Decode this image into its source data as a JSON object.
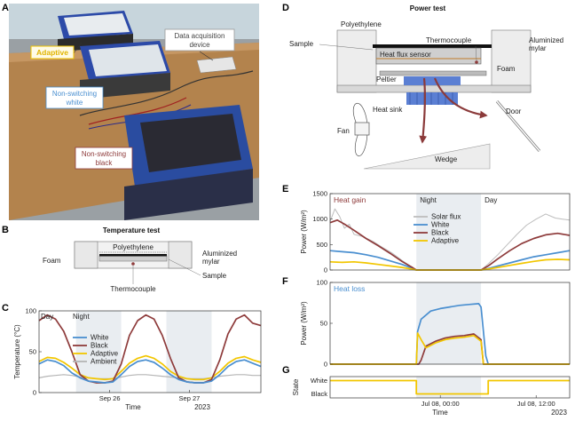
{
  "figure": {
    "panel_letters": [
      "A",
      "B",
      "C",
      "D",
      "E",
      "F",
      "G"
    ],
    "colors": {
      "white": "#4a8fd0",
      "black": "#8e3b3b",
      "adaptive": "#f2c600",
      "ambient": "#b5b5b5",
      "solar": "#bdbdbd",
      "night": "#e9edf1"
    }
  },
  "panelA": {
    "labels": {
      "adaptive": "Adaptive",
      "daq": "Data acquisition\ndevice",
      "white": "Non-switching\nwhite",
      "black": "Non-switching\nblack"
    }
  },
  "panelB": {
    "title": "Temperature test",
    "labels": {
      "polyethylene": "Polyethylene",
      "foam": "Foam",
      "mylar": "Aluminized\nmylar",
      "sample": "Sample",
      "thermocouple": "Thermocouple"
    }
  },
  "panelD": {
    "title": "Power test",
    "labels": {
      "polyethylene": "Polyethylene",
      "sample": "Sample",
      "thermocouple": "Thermocouple",
      "heat_flux": "Heat flux sensor",
      "mylar": "Aluminized\nmylar",
      "foam": "Foam",
      "peltier": "Peltier",
      "heat_sink": "Heat sink",
      "door": "Door",
      "fan": "Fan",
      "wedge": "Wedge"
    }
  },
  "chart_data": [
    {
      "id": "C",
      "type": "line",
      "ylabel": "Temperature (°C)",
      "xlabel": "Time",
      "xlabel2": "2023",
      "xticks": [
        "Sep 26",
        "Sep 27"
      ],
      "ylim": [
        0,
        100
      ],
      "yticks": [
        0,
        50,
        100
      ],
      "day_label": "Day",
      "night_label": "Night",
      "legend": [
        "White",
        "Black",
        "Adaptive",
        "Ambient"
      ],
      "series": [
        {
          "name": "White",
          "color": "#4a8fd0",
          "x": [
            0,
            0.1,
            0.2,
            0.3,
            0.4,
            0.5,
            0.6,
            0.7,
            0.8,
            0.9,
            1.0,
            1.1,
            1.2,
            1.3,
            1.4,
            1.5,
            1.6,
            1.7,
            1.8,
            1.9,
            2.0,
            2.1,
            2.2,
            2.3,
            2.4,
            2.5,
            2.6,
            2.7
          ],
          "y": [
            35,
            40,
            38,
            33,
            24,
            18,
            14,
            13,
            12,
            13,
            22,
            32,
            38,
            40,
            37,
            30,
            22,
            16,
            13,
            12,
            12,
            14,
            22,
            32,
            38,
            40,
            36,
            32
          ]
        },
        {
          "name": "Black",
          "color": "#8e3b3b",
          "x": [
            0,
            0.1,
            0.2,
            0.3,
            0.4,
            0.5,
            0.6,
            0.7,
            0.8,
            0.9,
            1.0,
            1.1,
            1.2,
            1.3,
            1.4,
            1.5,
            1.6,
            1.7,
            1.8,
            1.9,
            2.0,
            2.1,
            2.2,
            2.3,
            2.4,
            2.5,
            2.6,
            2.7
          ],
          "y": [
            88,
            95,
            90,
            75,
            50,
            22,
            14,
            12,
            12,
            14,
            35,
            70,
            88,
            95,
            90,
            70,
            42,
            18,
            13,
            12,
            12,
            16,
            40,
            72,
            90,
            95,
            85,
            82
          ]
        },
        {
          "name": "Adaptive",
          "color": "#f2c600",
          "x": [
            0,
            0.1,
            0.2,
            0.3,
            0.4,
            0.5,
            0.6,
            0.7,
            0.8,
            0.9,
            1.0,
            1.1,
            1.2,
            1.3,
            1.4,
            1.5,
            1.6,
            1.7,
            1.8,
            1.9,
            2.0,
            2.1,
            2.2,
            2.3,
            2.4,
            2.5,
            2.6,
            2.7
          ],
          "y": [
            38,
            43,
            42,
            37,
            30,
            22,
            18,
            17,
            16,
            17,
            26,
            36,
            42,
            45,
            42,
            35,
            26,
            20,
            17,
            16,
            16,
            18,
            26,
            36,
            42,
            44,
            40,
            37
          ]
        },
        {
          "name": "Ambient",
          "color": "#b5b5b5",
          "x": [
            0,
            0.1,
            0.2,
            0.3,
            0.4,
            0.5,
            0.6,
            0.7,
            0.8,
            0.9,
            1.0,
            1.1,
            1.2,
            1.3,
            1.4,
            1.5,
            1.6,
            1.7,
            1.8,
            1.9,
            2.0,
            2.1,
            2.2,
            2.3,
            2.4,
            2.5,
            2.6,
            2.7
          ],
          "y": [
            18,
            20,
            21,
            22,
            21,
            19,
            18,
            17,
            17,
            17,
            19,
            21,
            22,
            22,
            21,
            20,
            19,
            18,
            17,
            17,
            17,
            18,
            20,
            21,
            22,
            22,
            21,
            21
          ]
        }
      ],
      "night_bands": [
        [
          0.45,
          1.0
        ],
        [
          1.55,
          2.1
        ]
      ],
      "xlim": [
        0,
        2.7
      ]
    },
    {
      "id": "E",
      "type": "line",
      "title": "Heat gain",
      "ylabel": "Power (W/m²)",
      "ylim": [
        0,
        1500
      ],
      "yticks": [
        0,
        500,
        1000,
        1500
      ],
      "legend": [
        "Solar flux",
        "White",
        "Black",
        "Adaptive"
      ],
      "day_label": "Day",
      "night_label": "Night",
      "night_band": [
        0.36,
        0.63
      ],
      "xlim": [
        0,
        1
      ],
      "series": [
        {
          "name": "Solar flux",
          "color": "#bdbdbd",
          "x": [
            0,
            0.02,
            0.04,
            0.06,
            0.08,
            0.1,
            0.14,
            0.18,
            0.22,
            0.26,
            0.3,
            0.34,
            0.36,
            0.63,
            0.66,
            0.7,
            0.74,
            0.78,
            0.82,
            0.86,
            0.9,
            0.94,
            0.97,
            1.0
          ],
          "y": [
            950,
            1200,
            1050,
            820,
            900,
            700,
            650,
            560,
            440,
            330,
            190,
            60,
            0,
            0,
            120,
            300,
            500,
            700,
            880,
            1000,
            1100,
            1020,
            1000,
            980
          ]
        },
        {
          "name": "White",
          "color": "#4a8fd0",
          "x": [
            0,
            0.05,
            0.1,
            0.15,
            0.2,
            0.25,
            0.3,
            0.34,
            0.36,
            0.63,
            0.66,
            0.7,
            0.75,
            0.8,
            0.85,
            0.9,
            0.95,
            1.0
          ],
          "y": [
            380,
            360,
            340,
            300,
            250,
            180,
            110,
            40,
            0,
            0,
            30,
            80,
            140,
            200,
            260,
            300,
            340,
            380
          ]
        },
        {
          "name": "Black",
          "color": "#8e3b3b",
          "x": [
            0,
            0.03,
            0.06,
            0.1,
            0.15,
            0.2,
            0.25,
            0.3,
            0.34,
            0.36,
            0.63,
            0.66,
            0.7,
            0.75,
            0.8,
            0.85,
            0.9,
            0.95,
            1.0
          ],
          "y": [
            930,
            980,
            900,
            780,
            620,
            480,
            330,
            170,
            60,
            0,
            0,
            80,
            220,
            380,
            520,
            620,
            690,
            720,
            680
          ]
        },
        {
          "name": "Adaptive",
          "color": "#f2c600",
          "x": [
            0,
            0.05,
            0.1,
            0.15,
            0.2,
            0.25,
            0.3,
            0.34,
            0.36,
            0.63,
            0.66,
            0.7,
            0.75,
            0.8,
            0.85,
            0.9,
            0.95,
            1.0
          ],
          "y": [
            160,
            150,
            160,
            140,
            110,
            80,
            50,
            20,
            0,
            0,
            20,
            50,
            90,
            130,
            170,
            200,
            210,
            200
          ]
        }
      ]
    },
    {
      "id": "F",
      "type": "line",
      "title": "Heat loss",
      "ylabel": "Power (W/m²)",
      "ylim": [
        0,
        100
      ],
      "yticks": [
        0,
        50,
        100
      ],
      "night_band": [
        0.36,
        0.63
      ],
      "xlim": [
        0,
        1
      ],
      "series": [
        {
          "name": "White",
          "color": "#4a8fd0",
          "x": [
            0,
            0.36,
            0.365,
            0.38,
            0.42,
            0.46,
            0.5,
            0.54,
            0.58,
            0.62,
            0.63,
            0.65,
            0.66,
            1.0
          ],
          "y": [
            0,
            0,
            40,
            55,
            65,
            68,
            70,
            72,
            73,
            74,
            70,
            10,
            0,
            0
          ]
        },
        {
          "name": "Black",
          "color": "#8e3b3b",
          "x": [
            0,
            0.36,
            0.37,
            0.38,
            0.4,
            0.44,
            0.48,
            0.52,
            0.56,
            0.6,
            0.63,
            0.64,
            0.65,
            1.0
          ],
          "y": [
            0,
            0,
            0,
            5,
            22,
            28,
            32,
            34,
            35,
            37,
            30,
            0,
            0,
            0
          ]
        },
        {
          "name": "Adaptive",
          "color": "#f2c600",
          "x": [
            0,
            0.36,
            0.365,
            0.38,
            0.4,
            0.44,
            0.48,
            0.52,
            0.56,
            0.6,
            0.63,
            0.64,
            1.0
          ],
          "y": [
            0,
            0,
            38,
            30,
            20,
            26,
            30,
            32,
            33,
            35,
            28,
            0,
            0
          ]
        }
      ]
    },
    {
      "id": "G",
      "type": "line",
      "ylabel": "State",
      "states": [
        "White",
        "Black"
      ],
      "xlabel": "Time",
      "xlabel2": "2023",
      "xticks": [
        "Jul 08, 00:00",
        "Jul 08, 12:00"
      ],
      "night_band": [
        0.36,
        0.63
      ],
      "xlim": [
        0,
        1
      ],
      "series": [
        {
          "name": "Adaptive",
          "color": "#f2c600",
          "x": [
            0,
            0.36,
            0.36,
            0.66,
            0.66,
            1.0
          ],
          "y": [
            1,
            1,
            0,
            0,
            1,
            1
          ]
        }
      ]
    }
  ]
}
